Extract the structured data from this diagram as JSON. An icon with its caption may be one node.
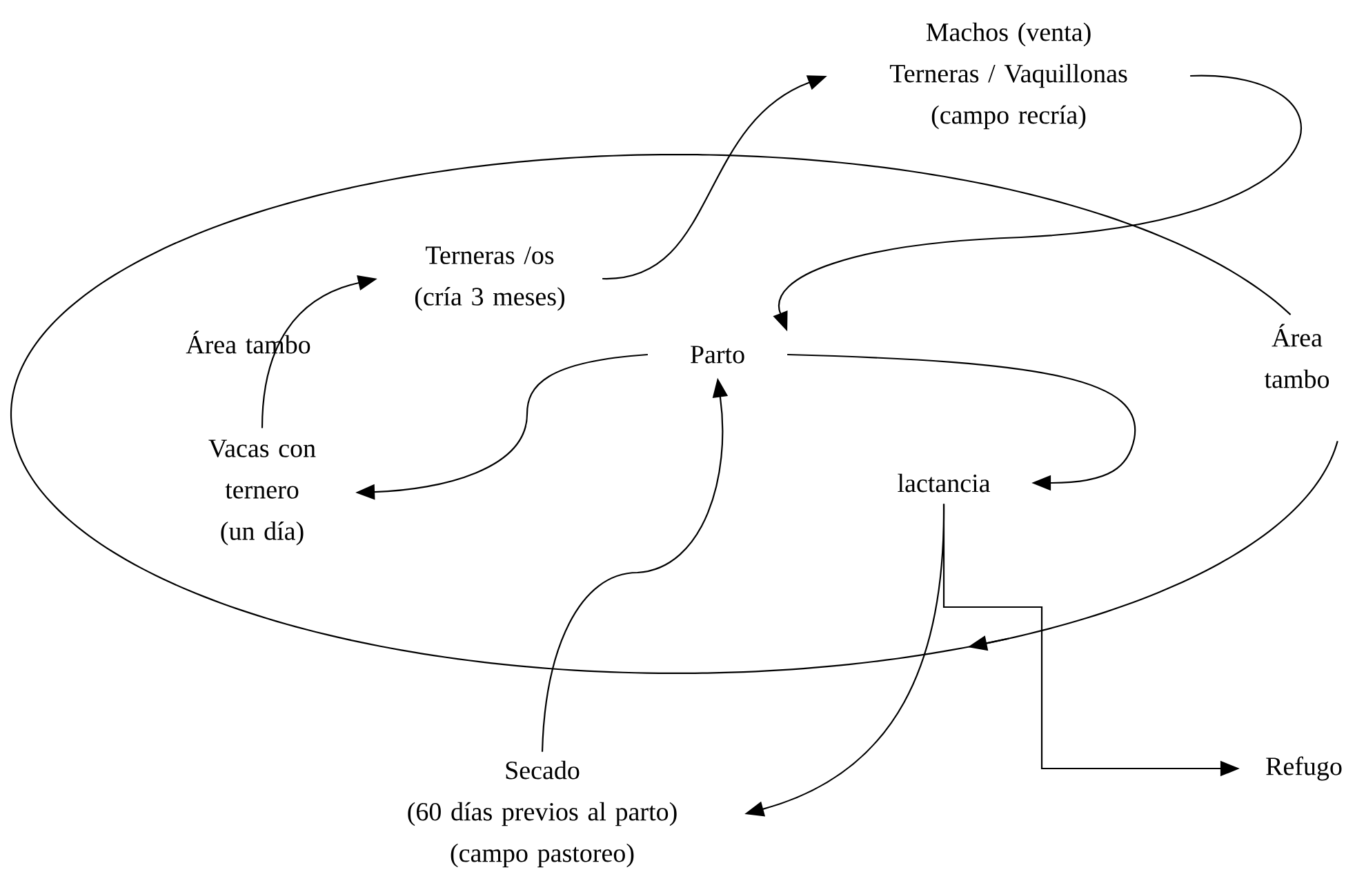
{
  "diagram": {
    "nodes": [
      {
        "text": [
          "Machos (venta)",
          "Terneras / Vaquillonas",
          "(campo recría)"
        ]
      },
      {
        "text": [
          "Terneras /os (cría 3 meses)"
        ]
      },
      {
        "text": [
          "Parto"
        ]
      },
      {
        "text": [
          "Vacas con ternero (un día)"
        ]
      },
      {
        "text": [
          "lactancia"
        ]
      },
      {
        "text": [
          "Secado",
          "(60 días previos al parto)",
          "(campo pastoreo)"
        ]
      },
      {
        "text": [
          "Refugo"
        ]
      }
    ],
    "edges": [
      {
        "from": 1,
        "to": 0,
        "arrow": "to"
      },
      {
        "from": 0,
        "to": 2,
        "arrow": "to"
      },
      {
        "from": 3,
        "to": 1,
        "arrow": "to"
      },
      {
        "from": 2,
        "to": 3,
        "arrow": "to"
      },
      {
        "from": 2,
        "to": 4,
        "arrow": "to"
      },
      {
        "from": 5,
        "to": 2,
        "arrow": "to"
      },
      {
        "from": 4,
        "to": 5,
        "arrow": "to"
      },
      {
        "from": 4,
        "to": 6,
        "arrow": "to"
      }
    ],
    "labels": [
      "Área tambo",
      "Área tambo"
    ]
  }
}
